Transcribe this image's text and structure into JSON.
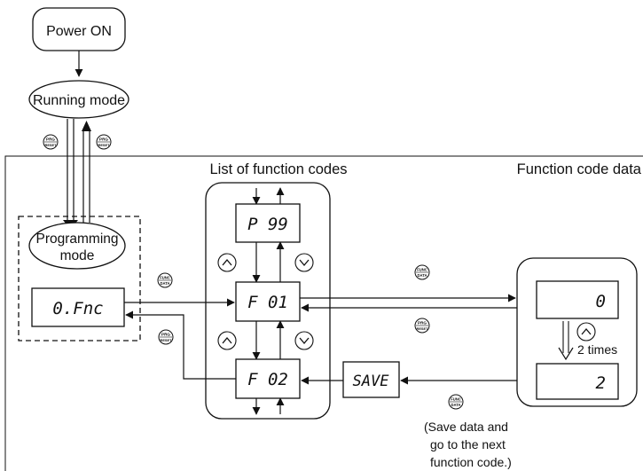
{
  "nodes": {
    "power_on": "Power ON",
    "running_mode": "Running mode",
    "programming_mode_line1": "Programming",
    "programming_mode_line2": "mode"
  },
  "section_titles": {
    "list_of_function_codes": "List of function codes",
    "function_code_data": "Function code data"
  },
  "displays": {
    "fnc": "0.Fnc",
    "p99": "P 99",
    "f01": "F 01",
    "f02": "F 02",
    "save": "SAVE",
    "data_0": "0",
    "data_2": "2"
  },
  "keys": {
    "prg_top": "PRG",
    "prg_bottom": "RESET",
    "func_top": "FUNC",
    "func_bottom": "DATA",
    "up": "up-arrow-key",
    "down": "down-arrow-key"
  },
  "annotations": {
    "two_times": "2 times",
    "save_note_line1": "(Save data and",
    "save_note_line2": "go to the next",
    "save_note_line3": "function code.)"
  }
}
